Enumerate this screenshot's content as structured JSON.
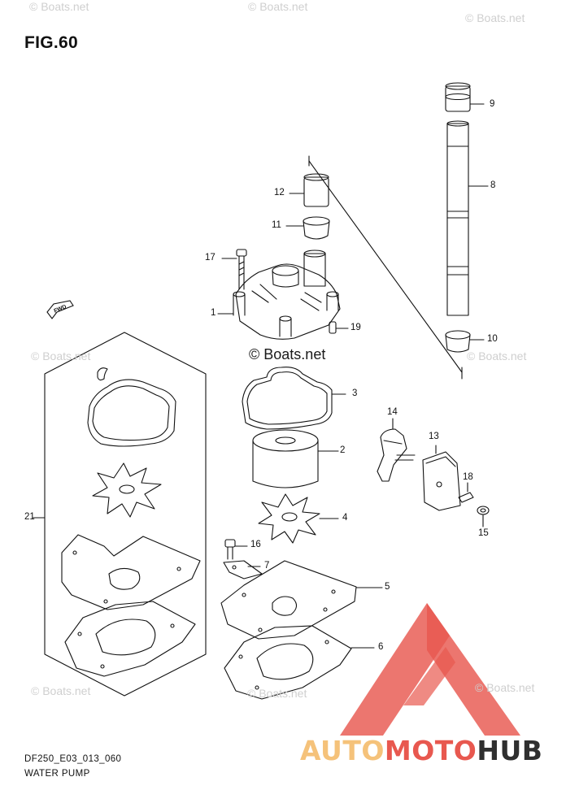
{
  "figure": {
    "title": "FIG.60",
    "code": "DF250_E03_013_060",
    "name": "WATER PUMP"
  },
  "direction_arrow": {
    "label": "FWD",
    "icon": "forward-arrow-icon"
  },
  "watermarks": {
    "boats": "© Boats.net",
    "boats_dark": "Boats.net"
  },
  "brand_logo": {
    "part1": "AUTO",
    "part2": "MOTO",
    "part3": "HUB",
    "colors": {
      "auto": "#f5c27a",
      "moto": "#e8584f",
      "hub": "#2f2f2f",
      "triangle": "#e8584f"
    }
  },
  "parts": [
    {
      "no": "1"
    },
    {
      "no": "2"
    },
    {
      "no": "3"
    },
    {
      "no": "4"
    },
    {
      "no": "5"
    },
    {
      "no": "6"
    },
    {
      "no": "7"
    },
    {
      "no": "8"
    },
    {
      "no": "9"
    },
    {
      "no": "10"
    },
    {
      "no": "11"
    },
    {
      "no": "12"
    },
    {
      "no": "13"
    },
    {
      "no": "14"
    },
    {
      "no": "15"
    },
    {
      "no": "16"
    },
    {
      "no": "17"
    },
    {
      "no": "18"
    },
    {
      "no": "19"
    },
    {
      "no": "21"
    }
  ]
}
